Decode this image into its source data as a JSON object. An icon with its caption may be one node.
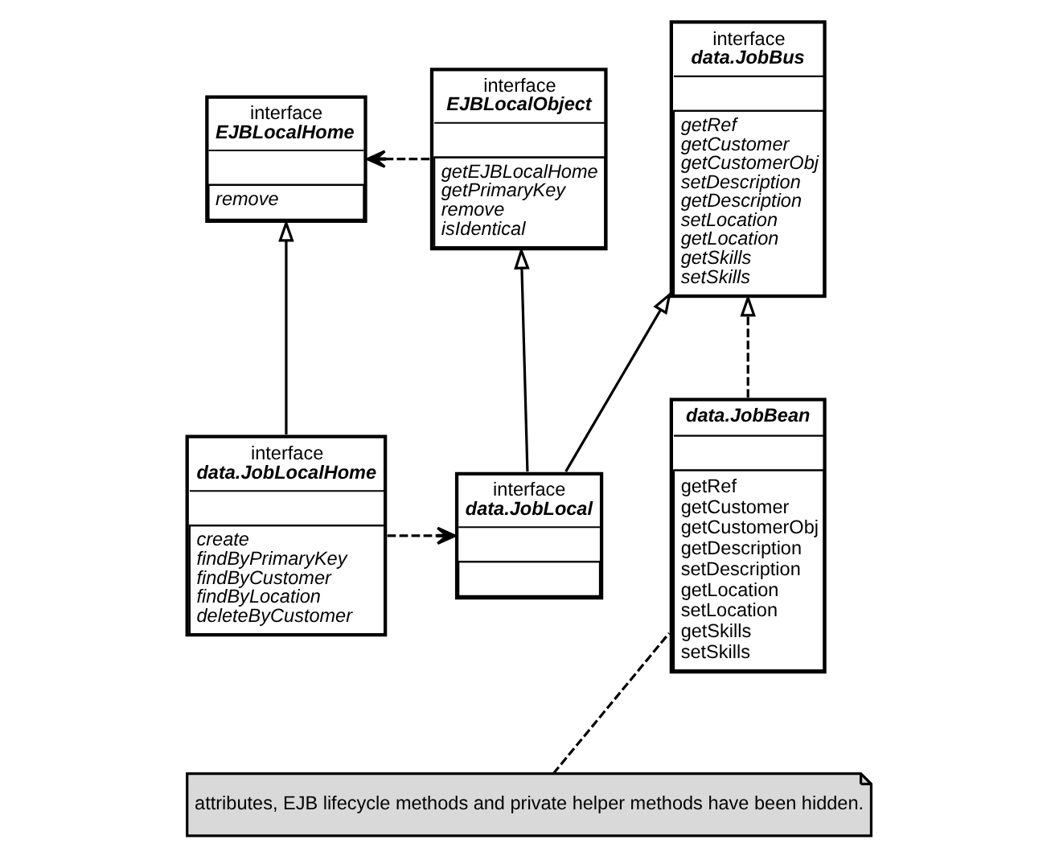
{
  "diagram": {
    "nodes": [
      {
        "text": [
          "interface",
          "EJBLocalHome",
          "remove"
        ]
      },
      {
        "text": [
          "interface",
          "EJBLocalObject",
          "getEJBLocalHome",
          "getPrimaryKey",
          "remove",
          "isIdentical"
        ]
      },
      {
        "text": [
          "interface",
          "data.JobBus",
          "getRef",
          "getCustomer",
          "getCustomerObj",
          "setDescription",
          "getDescription",
          "setLocation",
          "getLocation",
          "getSkills",
          "setSkills"
        ]
      },
      {
        "text": [
          "interface",
          "data.JobLocalHome",
          "create",
          "findByPrimaryKey",
          "findByCustomer",
          "findByLocation",
          "deleteByCustomer"
        ]
      },
      {
        "text": [
          "interface",
          "data.JobLocal"
        ]
      },
      {
        "text": [
          "data.JobBean",
          "getRef",
          "getCustomer",
          "getCustomerObj",
          "getDescription",
          "setDescription",
          "getLocation",
          "setLocation",
          "getSkills",
          "setSkills"
        ]
      },
      {
        "text": [
          "attributes, EJB lifecycle methods and private helper methods have been hidden."
        ]
      }
    ],
    "edges": [
      {
        "from": 1,
        "to": 0,
        "arrow": "to",
        "style": "dashed"
      },
      {
        "from": 3,
        "to": 0,
        "arrow": "to"
      },
      {
        "from": 4,
        "to": 1,
        "arrow": "to"
      },
      {
        "from": 4,
        "to": 2,
        "arrow": "to"
      },
      {
        "from": 5,
        "to": 2,
        "arrow": "to",
        "style": "dashed"
      },
      {
        "from": 3,
        "to": 4,
        "arrow": "to",
        "style": "dashed"
      },
      {
        "from": 6,
        "to": 5,
        "arrow": "none",
        "style": "dashed"
      }
    ]
  }
}
